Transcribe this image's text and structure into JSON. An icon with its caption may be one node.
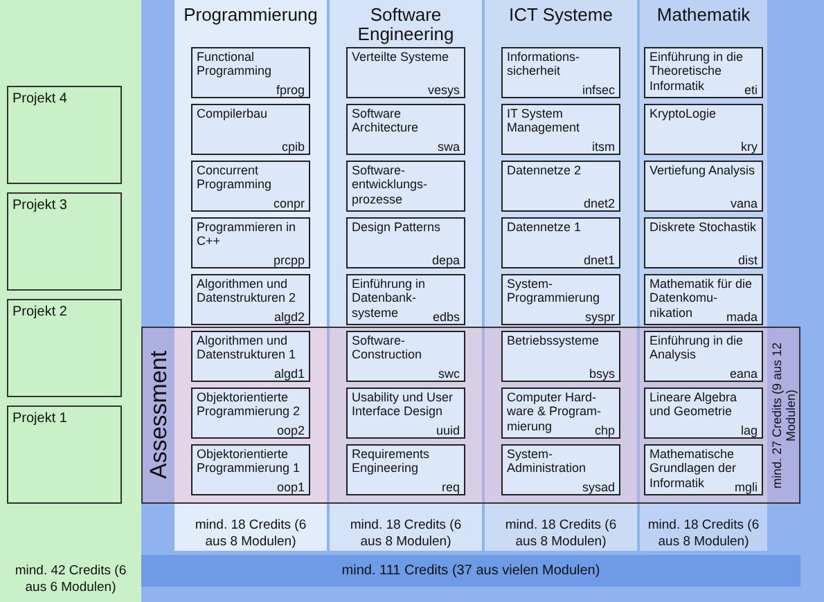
{
  "diagram": {
    "nodes": [
      {
        "text": [
          "mind. 42 Credits (6 aus 6 Modulen)"
        ]
      },
      {
        "text": [
          "Projekt 4"
        ],
        "in": 0
      },
      {
        "text": [
          "Projekt 3"
        ],
        "in": 0
      },
      {
        "text": [
          "Projekt 2"
        ],
        "in": 0
      },
      {
        "text": [
          "Projekt 1"
        ],
        "in": 0
      },
      {
        "text": [
          "mind. 111 Credits (37 aus vielen Modulen)"
        ]
      },
      {
        "text": [
          "Programmierung",
          "mind. 18 Credits (6 aus 8 Modulen)"
        ],
        "in": 5
      },
      {
        "text": [
          "Functional Programming",
          "fprog"
        ],
        "in": 6
      },
      {
        "text": [
          "Compilerbau",
          "cpib"
        ],
        "in": 6
      },
      {
        "text": [
          "Concurrent Programming",
          "conpr"
        ],
        "in": 6
      },
      {
        "text": [
          "Programmieren in C++",
          "prcpp"
        ],
        "in": 6
      },
      {
        "text": [
          "Algorithmen und Datenstrukturen 2",
          "algd2"
        ],
        "in": 6
      },
      {
        "text": [
          "Algorithmen und Datenstrukturen 1",
          "algd1"
        ]
      },
      {
        "text": [
          "Objektorientierte Programmierung 2",
          "oop2"
        ]
      },
      {
        "text": [
          "Objektorientierte Programmierung 1",
          "oop1"
        ]
      },
      {
        "text": [
          "Software Engineering",
          "mind. 18 Credits (6 aus 8 Modulen)"
        ],
        "in": 5
      },
      {
        "text": [
          "Verteilte Systeme",
          "vesys"
        ],
        "in": 15
      },
      {
        "text": [
          "Software Architecture",
          "swa"
        ],
        "in": 15
      },
      {
        "text": [
          "Software-entwicklungs-prozesse"
        ],
        "in": 15
      },
      {
        "text": [
          "Design Patterns",
          "depa"
        ],
        "in": 15
      },
      {
        "text": [
          "Einführung in Datenbank-systeme",
          "edbs"
        ],
        "in": 15
      },
      {
        "text": [
          "Software-Construction",
          "swc"
        ]
      },
      {
        "text": [
          "Usability und User Interface Design",
          "uuid"
        ]
      },
      {
        "text": [
          "Requirements Engineering",
          "req"
        ]
      },
      {
        "text": [
          "ICT Systeme",
          "mind. 18 Credits (6 aus 8 Modulen)"
        ],
        "in": 5
      },
      {
        "text": [
          "Informations-sicherheit",
          "infsec"
        ],
        "in": 24
      },
      {
        "text": [
          "IT System Management",
          "itsm"
        ],
        "in": 24
      },
      {
        "text": [
          "Datennetze 2",
          "dnet2"
        ],
        "in": 24
      },
      {
        "text": [
          "Datennetze 1",
          "dnet1"
        ],
        "in": 24
      },
      {
        "text": [
          "System-Programmierung",
          "syspr"
        ],
        "in": 24
      },
      {
        "text": [
          "Betriebssysteme",
          "bsys"
        ]
      },
      {
        "text": [
          "Computer Hard-ware & Program-mierung",
          "chp"
        ]
      },
      {
        "text": [
          "System-Administration",
          "sysad"
        ]
      },
      {
        "text": [
          "Mathematik",
          "mind. 18 Credits (6 aus 8 Modulen)"
        ],
        "in": 5
      },
      {
        "text": [
          "Einführung in die Theoretische Informatik",
          "eti"
        ],
        "in": 33
      },
      {
        "text": [
          "KryptoLogie",
          "kry"
        ],
        "in": 33
      },
      {
        "text": [
          "Vertiefung Analysis",
          "vana"
        ],
        "in": 33
      },
      {
        "text": [
          "Diskrete Stochastik",
          "dist"
        ],
        "in": 33
      },
      {
        "text": [
          "Mathematik für die Datenkomu-nikation",
          "mada"
        ],
        "in": 33
      },
      {
        "text": [
          "Einführung in die Analysis",
          "eana"
        ]
      },
      {
        "text": [
          "Lineare Algebra und Geometrie",
          "lag"
        ]
      },
      {
        "text": [
          "Mathematische Grundlagen der Informatik",
          "mgli"
        ]
      },
      {
        "text": [
          "Assessment",
          "mind. 27 Credits (9 aus 12 Modulen)"
        ],
        "in": 5
      }
    ]
  }
}
